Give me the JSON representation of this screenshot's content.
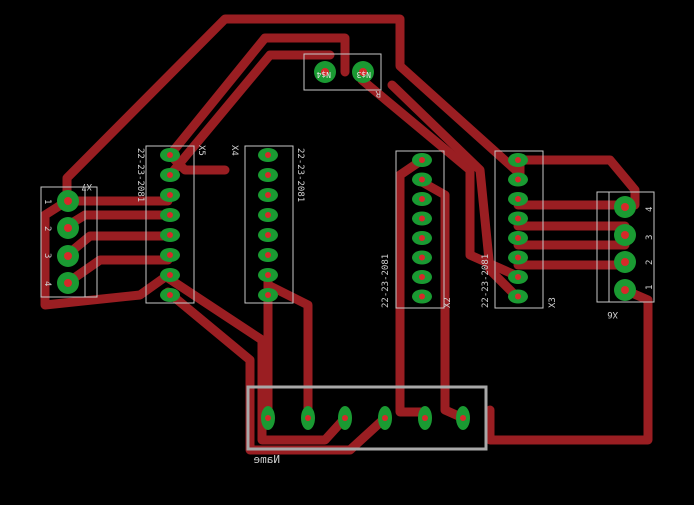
{
  "board": {
    "background": "#000000",
    "trace_color": "#9a1e22",
    "pad_color": "#1a9a32",
    "drill_color": "#d62a2a",
    "outline_color": "#c8c8c8",
    "name_outline_color": "#a8a8a8"
  },
  "components": {
    "x7": {
      "label": "X7",
      "pin_labels": [
        "1",
        "2",
        "3",
        "4"
      ]
    },
    "x5": {
      "label": "X5",
      "part": "22-23-2081"
    },
    "x4": {
      "label": "X4",
      "part": "22-23-2081"
    },
    "x2": {
      "label": "X2",
      "part": "22-23-2081"
    },
    "x3": {
      "label": "X3",
      "part": "22-23-2081"
    },
    "x6": {
      "label": "X6",
      "pin_labels": [
        "1",
        "2",
        "3",
        "4"
      ]
    },
    "power": {
      "pad_left": "N$4",
      "pad_right": "N$3",
      "tag": "R"
    },
    "name_header": {
      "label": "Name"
    }
  }
}
